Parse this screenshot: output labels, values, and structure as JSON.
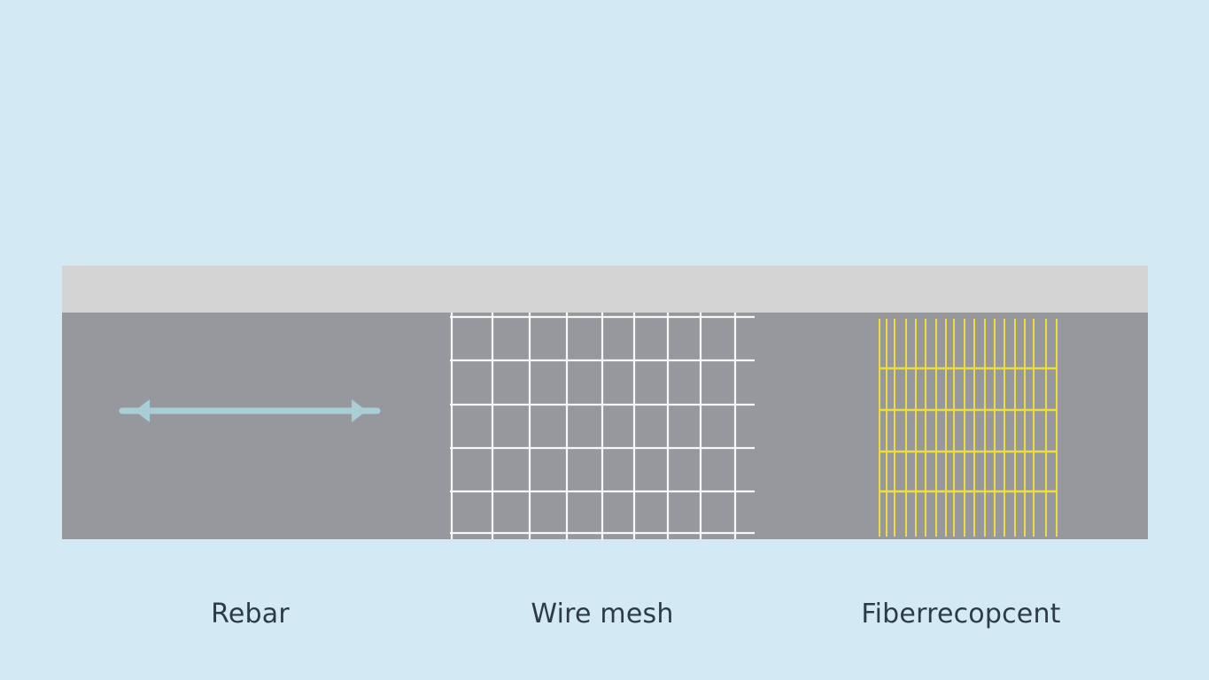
{
  "colors": {
    "background": "#d3eaf4",
    "slab_top_layer": "#d4d4d4",
    "slab_body": "#97989d",
    "rebar": "#a9cfd6",
    "wire_mesh": "#f7f7f7",
    "fiber": "#ecdc3c",
    "caption_text": "#2c3b47"
  },
  "icons": {
    "rebar": "double-headed-bar",
    "wire_mesh": "square-grid",
    "fiber": "dense-yellow-grid"
  },
  "labels": {
    "rebar": "Rebar",
    "wire_mesh": "Wire mesh",
    "fiber": "Fiberrecopcent"
  }
}
